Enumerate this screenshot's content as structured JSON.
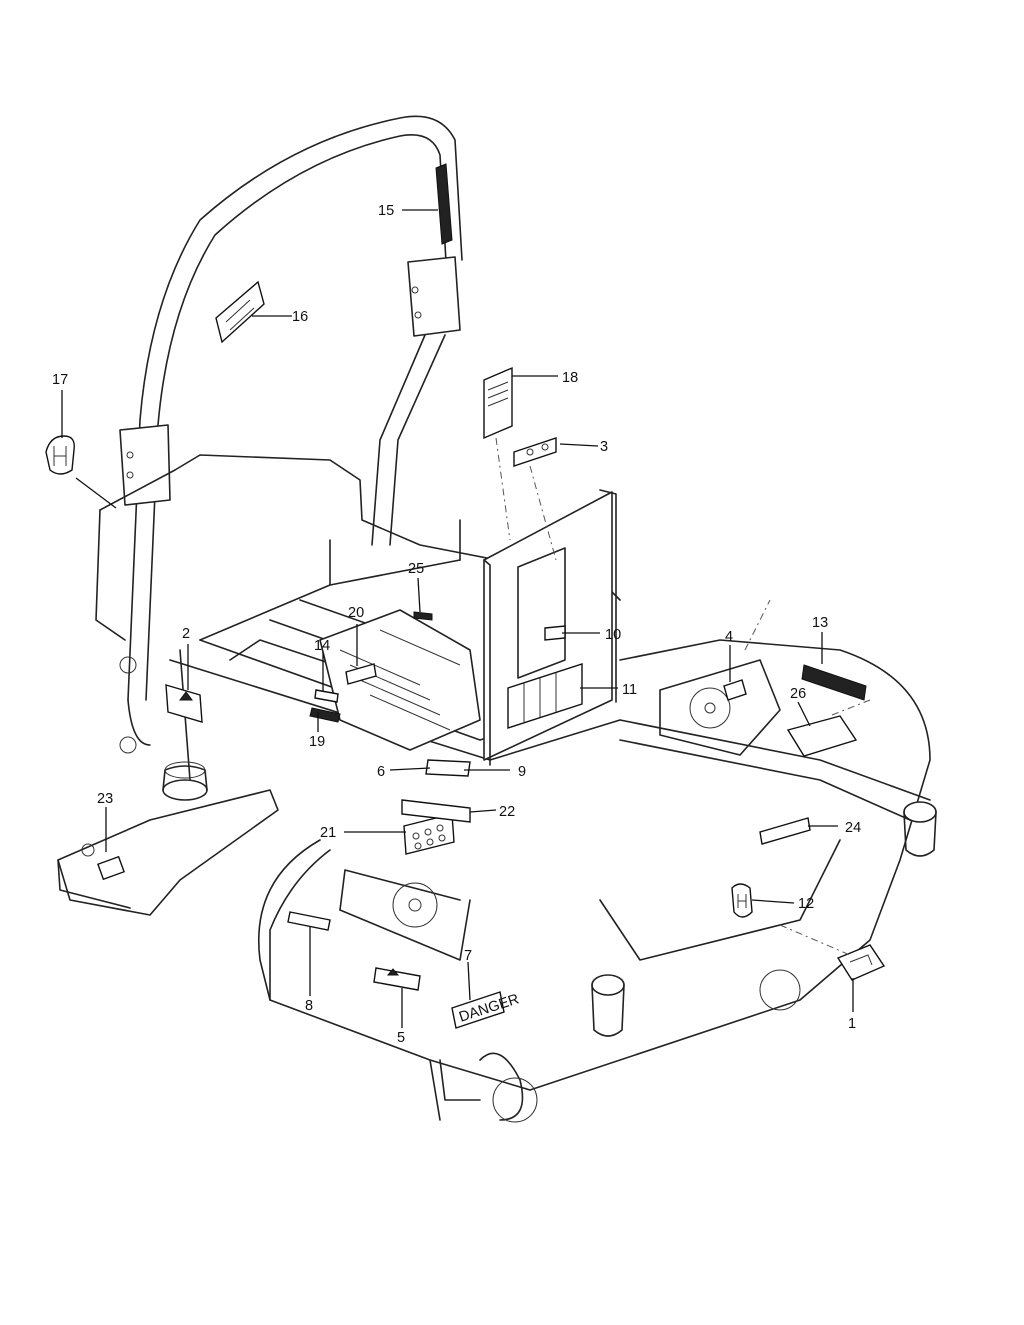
{
  "callouts": [
    {
      "id": "c1",
      "label": "1"
    },
    {
      "id": "c2",
      "label": "2"
    },
    {
      "id": "c3",
      "label": "3"
    },
    {
      "id": "c4",
      "label": "4"
    },
    {
      "id": "c5",
      "label": "5"
    },
    {
      "id": "c6",
      "label": "6"
    },
    {
      "id": "c7",
      "label": "7"
    },
    {
      "id": "c8",
      "label": "8"
    },
    {
      "id": "c9",
      "label": "9"
    },
    {
      "id": "c10",
      "label": "10"
    },
    {
      "id": "c11",
      "label": "11"
    },
    {
      "id": "c12",
      "label": "12"
    },
    {
      "id": "c13",
      "label": "13"
    },
    {
      "id": "c14",
      "label": "14"
    },
    {
      "id": "c15",
      "label": "15"
    },
    {
      "id": "c16",
      "label": "16"
    },
    {
      "id": "c17",
      "label": "17"
    },
    {
      "id": "c18",
      "label": "18"
    },
    {
      "id": "c19",
      "label": "19"
    },
    {
      "id": "c20",
      "label": "20"
    },
    {
      "id": "c21",
      "label": "21"
    },
    {
      "id": "c22",
      "label": "22"
    },
    {
      "id": "c23",
      "label": "23"
    },
    {
      "id": "c24",
      "label": "24"
    },
    {
      "id": "c25",
      "label": "25"
    },
    {
      "id": "c26",
      "label": "26"
    }
  ],
  "decal_text": {
    "danger": "DANGER"
  },
  "colors": {
    "line": "#222222",
    "background": "#ffffff"
  }
}
